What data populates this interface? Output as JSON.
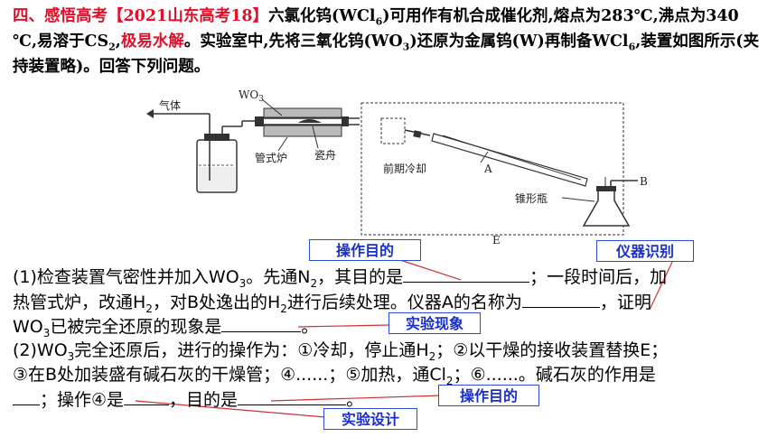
{
  "intro": {
    "section": "四、感悟高考【2021山东高考18】",
    "p1": "六氯化钨(WCl",
    "p1_sub": "6",
    "p2": ")可用作有机合成催化剂,熔点为283℃,沸点为340 ℃,易溶于CS",
    "p2_sub": "2",
    "p3": ",",
    "red": "极易水解",
    "p4": "。实验室中,先将三氧化钨(WO",
    "p4_sub": "3",
    "p5": ")还原为金属钨(W)再制备WCl",
    "p5_sub": "6",
    "p6": ",装置如图所示(夹持装置略)。回答下列问题。"
  },
  "apparatus": {
    "gas": "气体",
    "wo3": "WO",
    "wo3_sub": "3",
    "furnace": "管式炉",
    "boat": "瓷舟",
    "cooling": "前期冷却",
    "a": "A",
    "b": "B",
    "flask": "锥形瓶",
    "e": "E"
  },
  "question1": {
    "l1a": "(1)检查装置气密性并加入WO",
    "l1a_sub": "3",
    "l1b": "。先通N",
    "l1b_sub": "2",
    "l1c": "，其目的是",
    "l1d": "；一段时间后，加",
    "l2a": "热管式炉，改通H",
    "l2a_sub": "2",
    "l2b": "，对B处逸出的H",
    "l2b_sub": "2",
    "l2c": "进行后续处理。仪器A的名称为",
    "l2d": "，证明",
    "l3a": "WO",
    "l3a_sub": "3",
    "l3b": "已被完全还原的现象是",
    "l3c": "。"
  },
  "question2": {
    "l1a": "(2)WO",
    "l1a_sub": "3",
    "l1b": "完全还原后，进行的操作为：①冷却，停止通H",
    "l1b_sub": "2",
    "l1c": "；②以干燥的接收装置替换E；",
    "l2a": "③在B处加装盛有碱石灰的干燥管；④......；⑤加热，通Cl",
    "l2a_sub": "2",
    "l2b": "；⑥......。碱石灰的作用是",
    "l3a": "；操作④是",
    "l3b": "，目的是",
    "l3c": "。"
  },
  "tags": {
    "purpose1": "操作目的",
    "identify": "仪器识别",
    "phenomenon": "实验现象",
    "purpose2": "操作目的",
    "design": "实验设计"
  }
}
